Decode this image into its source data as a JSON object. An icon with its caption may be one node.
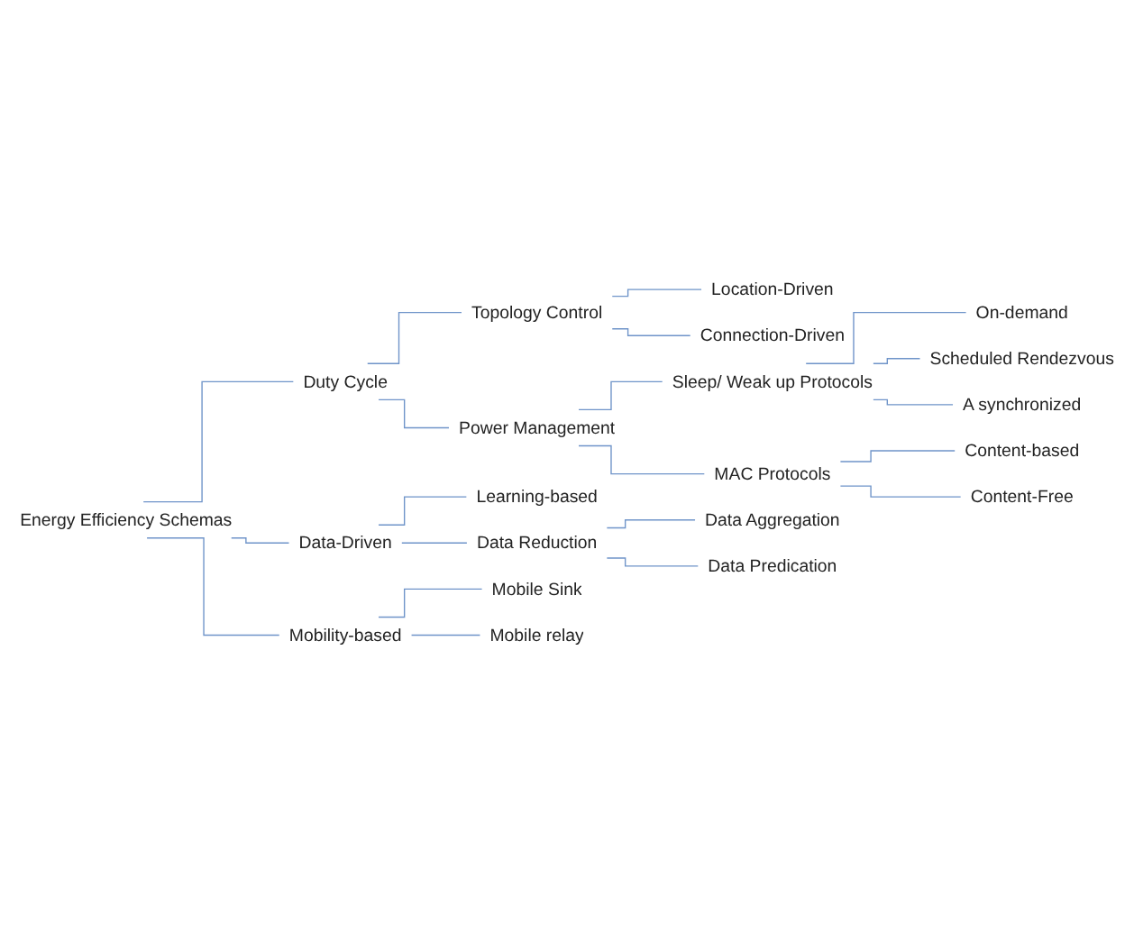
{
  "diagram": {
    "nodes": [
      {
        "text": [
          "Energy Efficiency Schemas"
        ]
      },
      {
        "text": [
          "Duty Cycle"
        ]
      },
      {
        "text": [
          "Topology Control"
        ]
      },
      {
        "text": [
          "Location-Driven"
        ]
      },
      {
        "text": [
          "Connection-Driven"
        ]
      },
      {
        "text": [
          "Power Management"
        ]
      },
      {
        "text": [
          "Sleep/ Weak up Protocols"
        ]
      },
      {
        "text": [
          "On-demand"
        ]
      },
      {
        "text": [
          "Scheduled Rendezvous"
        ]
      },
      {
        "text": [
          "A synchronized"
        ]
      },
      {
        "text": [
          "MAC Protocols"
        ]
      },
      {
        "text": [
          "Content-based"
        ]
      },
      {
        "text": [
          "Content-Free"
        ]
      },
      {
        "text": [
          "Data-Driven"
        ]
      },
      {
        "text": [
          "Learning-based"
        ]
      },
      {
        "text": [
          "Data Reduction"
        ]
      },
      {
        "text": [
          "Data Aggregation"
        ]
      },
      {
        "text": [
          "Data Predication"
        ]
      },
      {
        "text": [
          "Mobility-based"
        ]
      },
      {
        "text": [
          "Mobile Sink"
        ]
      },
      {
        "text": [
          "Mobile relay"
        ]
      }
    ],
    "edges": [
      {
        "from": 0,
        "to": 1,
        "arrow": "none"
      },
      {
        "from": 0,
        "to": 13,
        "arrow": "none"
      },
      {
        "from": 0,
        "to": 18,
        "arrow": "none"
      },
      {
        "from": 1,
        "to": 2,
        "arrow": "none"
      },
      {
        "from": 1,
        "to": 5,
        "arrow": "none"
      },
      {
        "from": 2,
        "to": 3,
        "arrow": "none"
      },
      {
        "from": 2,
        "to": 4,
        "arrow": "none"
      },
      {
        "from": 5,
        "to": 6,
        "arrow": "none"
      },
      {
        "from": 5,
        "to": 10,
        "arrow": "none"
      },
      {
        "from": 6,
        "to": 7,
        "arrow": "none"
      },
      {
        "from": 6,
        "to": 8,
        "arrow": "none"
      },
      {
        "from": 6,
        "to": 9,
        "arrow": "none"
      },
      {
        "from": 10,
        "to": 11,
        "arrow": "none"
      },
      {
        "from": 10,
        "to": 12,
        "arrow": "none"
      },
      {
        "from": 13,
        "to": 14,
        "arrow": "none"
      },
      {
        "from": 13,
        "to": 15,
        "arrow": "none"
      },
      {
        "from": 15,
        "to": 16,
        "arrow": "none"
      },
      {
        "from": 15,
        "to": 17,
        "arrow": "none"
      },
      {
        "from": 18,
        "to": 19,
        "arrow": "none"
      },
      {
        "from": 18,
        "to": 20,
        "arrow": "none"
      }
    ]
  }
}
